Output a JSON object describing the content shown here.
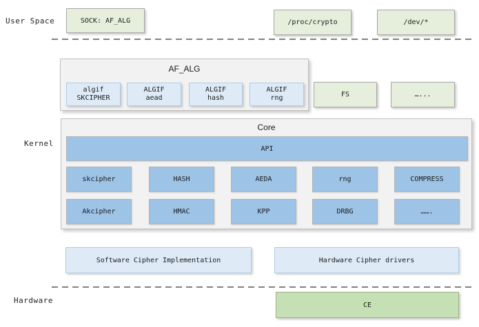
{
  "layers": {
    "user_space_label": "User Space",
    "kernel_label": "Kernel",
    "hardware_label": "Hardware"
  },
  "user_space": {
    "sock_box": "SOCK: AF_ALG",
    "proc_box": "/proc/crypto",
    "dev_box": "/dev/*"
  },
  "kernel": {
    "af_alg": {
      "title": "AF_ALG",
      "modules": [
        {
          "line1": "algif",
          "line2": "SKCIPHER"
        },
        {
          "line1": "ALGIF",
          "line2": "aead"
        },
        {
          "line1": "ALGIF",
          "line2": "hash"
        },
        {
          "line1": "ALGIF",
          "line2": "rng"
        }
      ]
    },
    "side_boxes": {
      "fs": "FS",
      "more": "…..."
    },
    "core": {
      "title": "Core",
      "api_label": "API",
      "row1": [
        "skcipher",
        "HASH",
        "AEDA",
        "rng",
        "COMPRESS"
      ],
      "row2": [
        "Akcipher",
        "HMAC",
        "KPP",
        "DRBG",
        "……."
      ]
    },
    "impl": {
      "software": "Software Cipher Implementation",
      "hardware": "Hardware Cipher drivers"
    }
  },
  "hardware": {
    "ce_box": "CE"
  },
  "colors": {
    "green_fill": "#E6EFDC",
    "dark_green_fill": "#C5E0B4",
    "blue_fill": "#9DC3E6",
    "pale_blue_fill": "#DEEBF7",
    "container_fill": "#F2F2F2",
    "container_border": "#BFBFBF",
    "dash_color": "#808080"
  }
}
